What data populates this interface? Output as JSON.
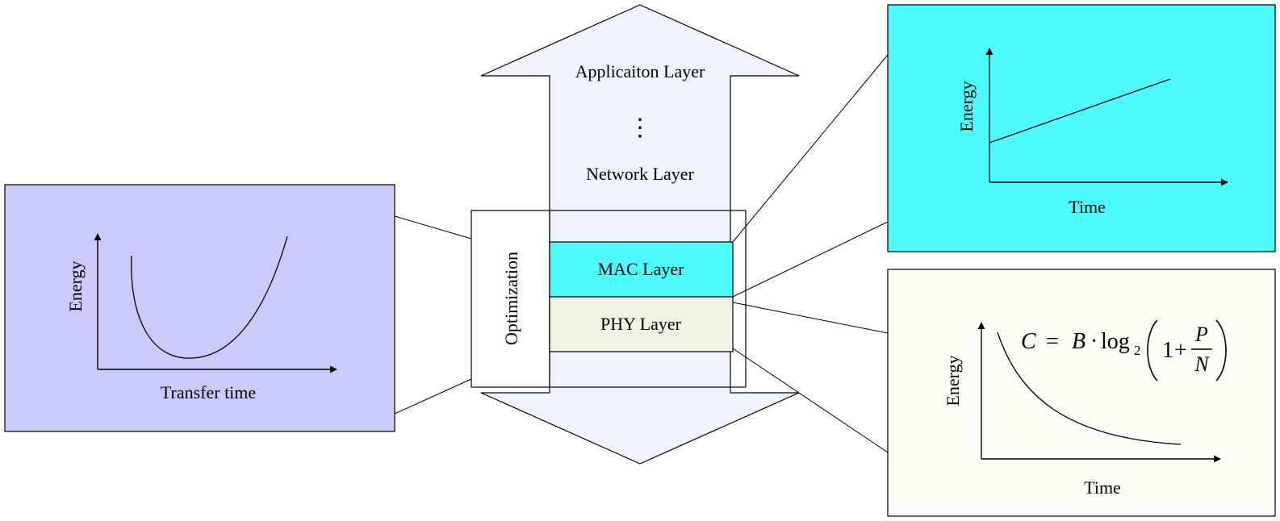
{
  "stack": {
    "application_label": "Applicaiton Layer",
    "ellipsis": "⋮",
    "network_label": "Network Layer",
    "mac_label": "MAC Layer",
    "phy_label": "PHY Layer",
    "optimization_label": "Optimization"
  },
  "left_panel": {
    "y_label": "Energy",
    "x_label": "Transfer time"
  },
  "top_right_panel": {
    "y_label": "Energy",
    "x_label": "Time"
  },
  "bottom_right_panel": {
    "y_label": "Energy",
    "x_label": "Time",
    "equation": {
      "lhs": "C",
      "equals": "=",
      "b": "B",
      "dot": "·",
      "log": "log",
      "base": "2",
      "one": "1",
      "plus": "+",
      "numerator": "P",
      "denominator": "N"
    }
  },
  "colors": {
    "arrow_fill": "#eef3fe",
    "mac_fill": "#4dfdfd",
    "phy_fill": "#eff3e3",
    "left_panel_fill": "#cbcbfb",
    "top_right_panel_fill": "#4dfdfd",
    "bottom_right_panel_fill": "#fbfdf5",
    "stroke": "#000000"
  }
}
